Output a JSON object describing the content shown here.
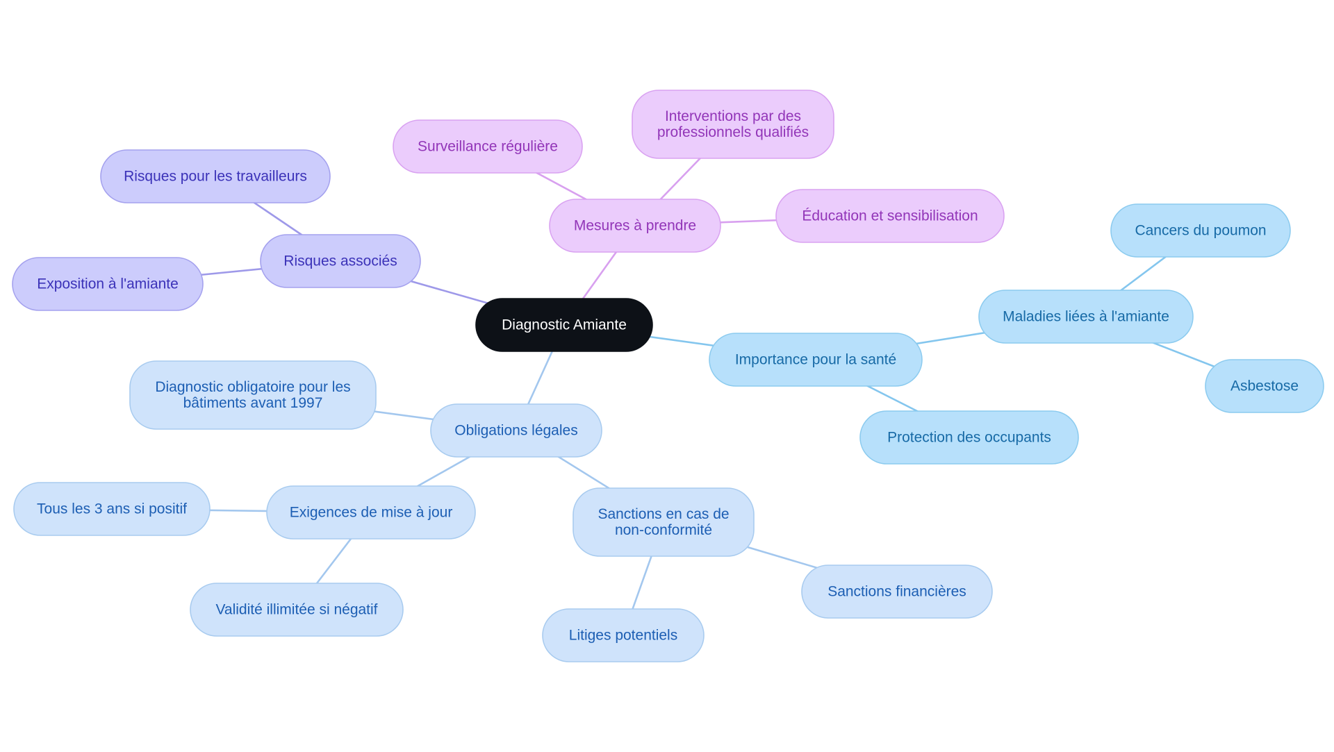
{
  "palette": {
    "root": {
      "fill": "#0d1117",
      "stroke": "#0d1117",
      "text": "#ffffff"
    },
    "indigo": {
      "fill": "#ccccfc",
      "stroke": "#a4a1ee",
      "text": "#3b32b8",
      "edge": "#9e99e9"
    },
    "purple": {
      "fill": "#ebccfc",
      "stroke": "#d9a2f1",
      "text": "#9235b8",
      "edge": "#d8a0ef"
    },
    "sky": {
      "fill": "#b7e0fb",
      "stroke": "#8ccbef",
      "text": "#176aa6",
      "edge": "#84c6ee"
    },
    "blue": {
      "fill": "#cfe3fb",
      "stroke": "#a8cbef",
      "text": "#1c5eb3",
      "edge": "#a3c7ee"
    }
  },
  "mindmap": {
    "root": {
      "id": "root",
      "label": "Diagnostic Amiante"
    },
    "branches": [
      {
        "id": "risques",
        "color": "indigo",
        "label": "Risques associés",
        "children": [
          {
            "id": "risques-travailleurs",
            "label": "Risques pour les travailleurs"
          },
          {
            "id": "exposition",
            "label": "Exposition à l'amiante"
          }
        ]
      },
      {
        "id": "mesures",
        "color": "purple",
        "label": "Mesures à prendre",
        "children": [
          {
            "id": "surveillance",
            "label": "Surveillance régulière"
          },
          {
            "id": "interventions",
            "label": "Interventions par des professionnels qualifiés",
            "lines": [
              "Interventions par des",
              "professionnels qualifiés"
            ]
          },
          {
            "id": "education",
            "label": "Éducation et sensibilisation"
          }
        ]
      },
      {
        "id": "sante",
        "color": "sky",
        "label": "Importance pour la santé",
        "children": [
          {
            "id": "maladies",
            "label": "Maladies liées à l'amiante",
            "children": [
              {
                "id": "cancers",
                "label": "Cancers du poumon"
              },
              {
                "id": "asbestose",
                "label": "Asbestose"
              }
            ]
          },
          {
            "id": "protection",
            "label": "Protection des occupants"
          }
        ]
      },
      {
        "id": "obligations",
        "color": "blue",
        "label": "Obligations légales",
        "children": [
          {
            "id": "diag-obligatoire",
            "label": "Diagnostic obligatoire pour les bâtiments avant 1997",
            "lines": [
              "Diagnostic obligatoire pour les",
              "bâtiments avant 1997"
            ]
          },
          {
            "id": "exigences",
            "label": "Exigences de mise à jour",
            "children": [
              {
                "id": "tous-3-ans",
                "label": "Tous les 3 ans si positif"
              },
              {
                "id": "validite",
                "label": "Validité illimitée si négatif"
              }
            ]
          },
          {
            "id": "sanctions",
            "label": "Sanctions en cas de non-conformité",
            "lines": [
              "Sanctions en cas de",
              "non-conformité"
            ],
            "children": [
              {
                "id": "litiges",
                "label": "Litiges potentiels"
              },
              {
                "id": "sanctions-fin",
                "label": "Sanctions financières"
              }
            ]
          }
        ]
      }
    ]
  }
}
